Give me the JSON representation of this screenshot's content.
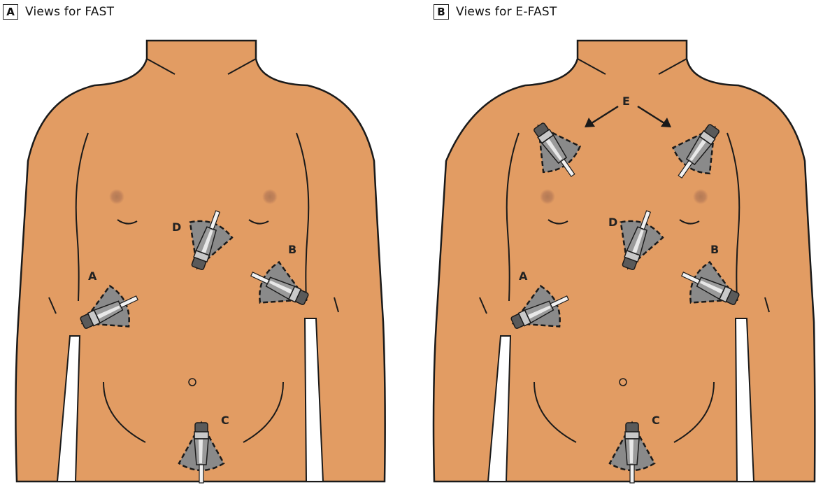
{
  "panels": [
    {
      "badge": "A",
      "title": "Views for FAST",
      "labels": {
        "a": "A",
        "b": "B",
        "c": "C",
        "d": "D"
      }
    },
    {
      "badge": "B",
      "title": "Views for E-FAST",
      "labels": {
        "a": "A",
        "b": "B",
        "c": "C",
        "d": "D",
        "e": "E"
      }
    }
  ],
  "colors": {
    "skin": "#E29C63",
    "outline": "#1a1a1a",
    "probe_field": "#8a8a8a",
    "nipple": "#b07550"
  }
}
